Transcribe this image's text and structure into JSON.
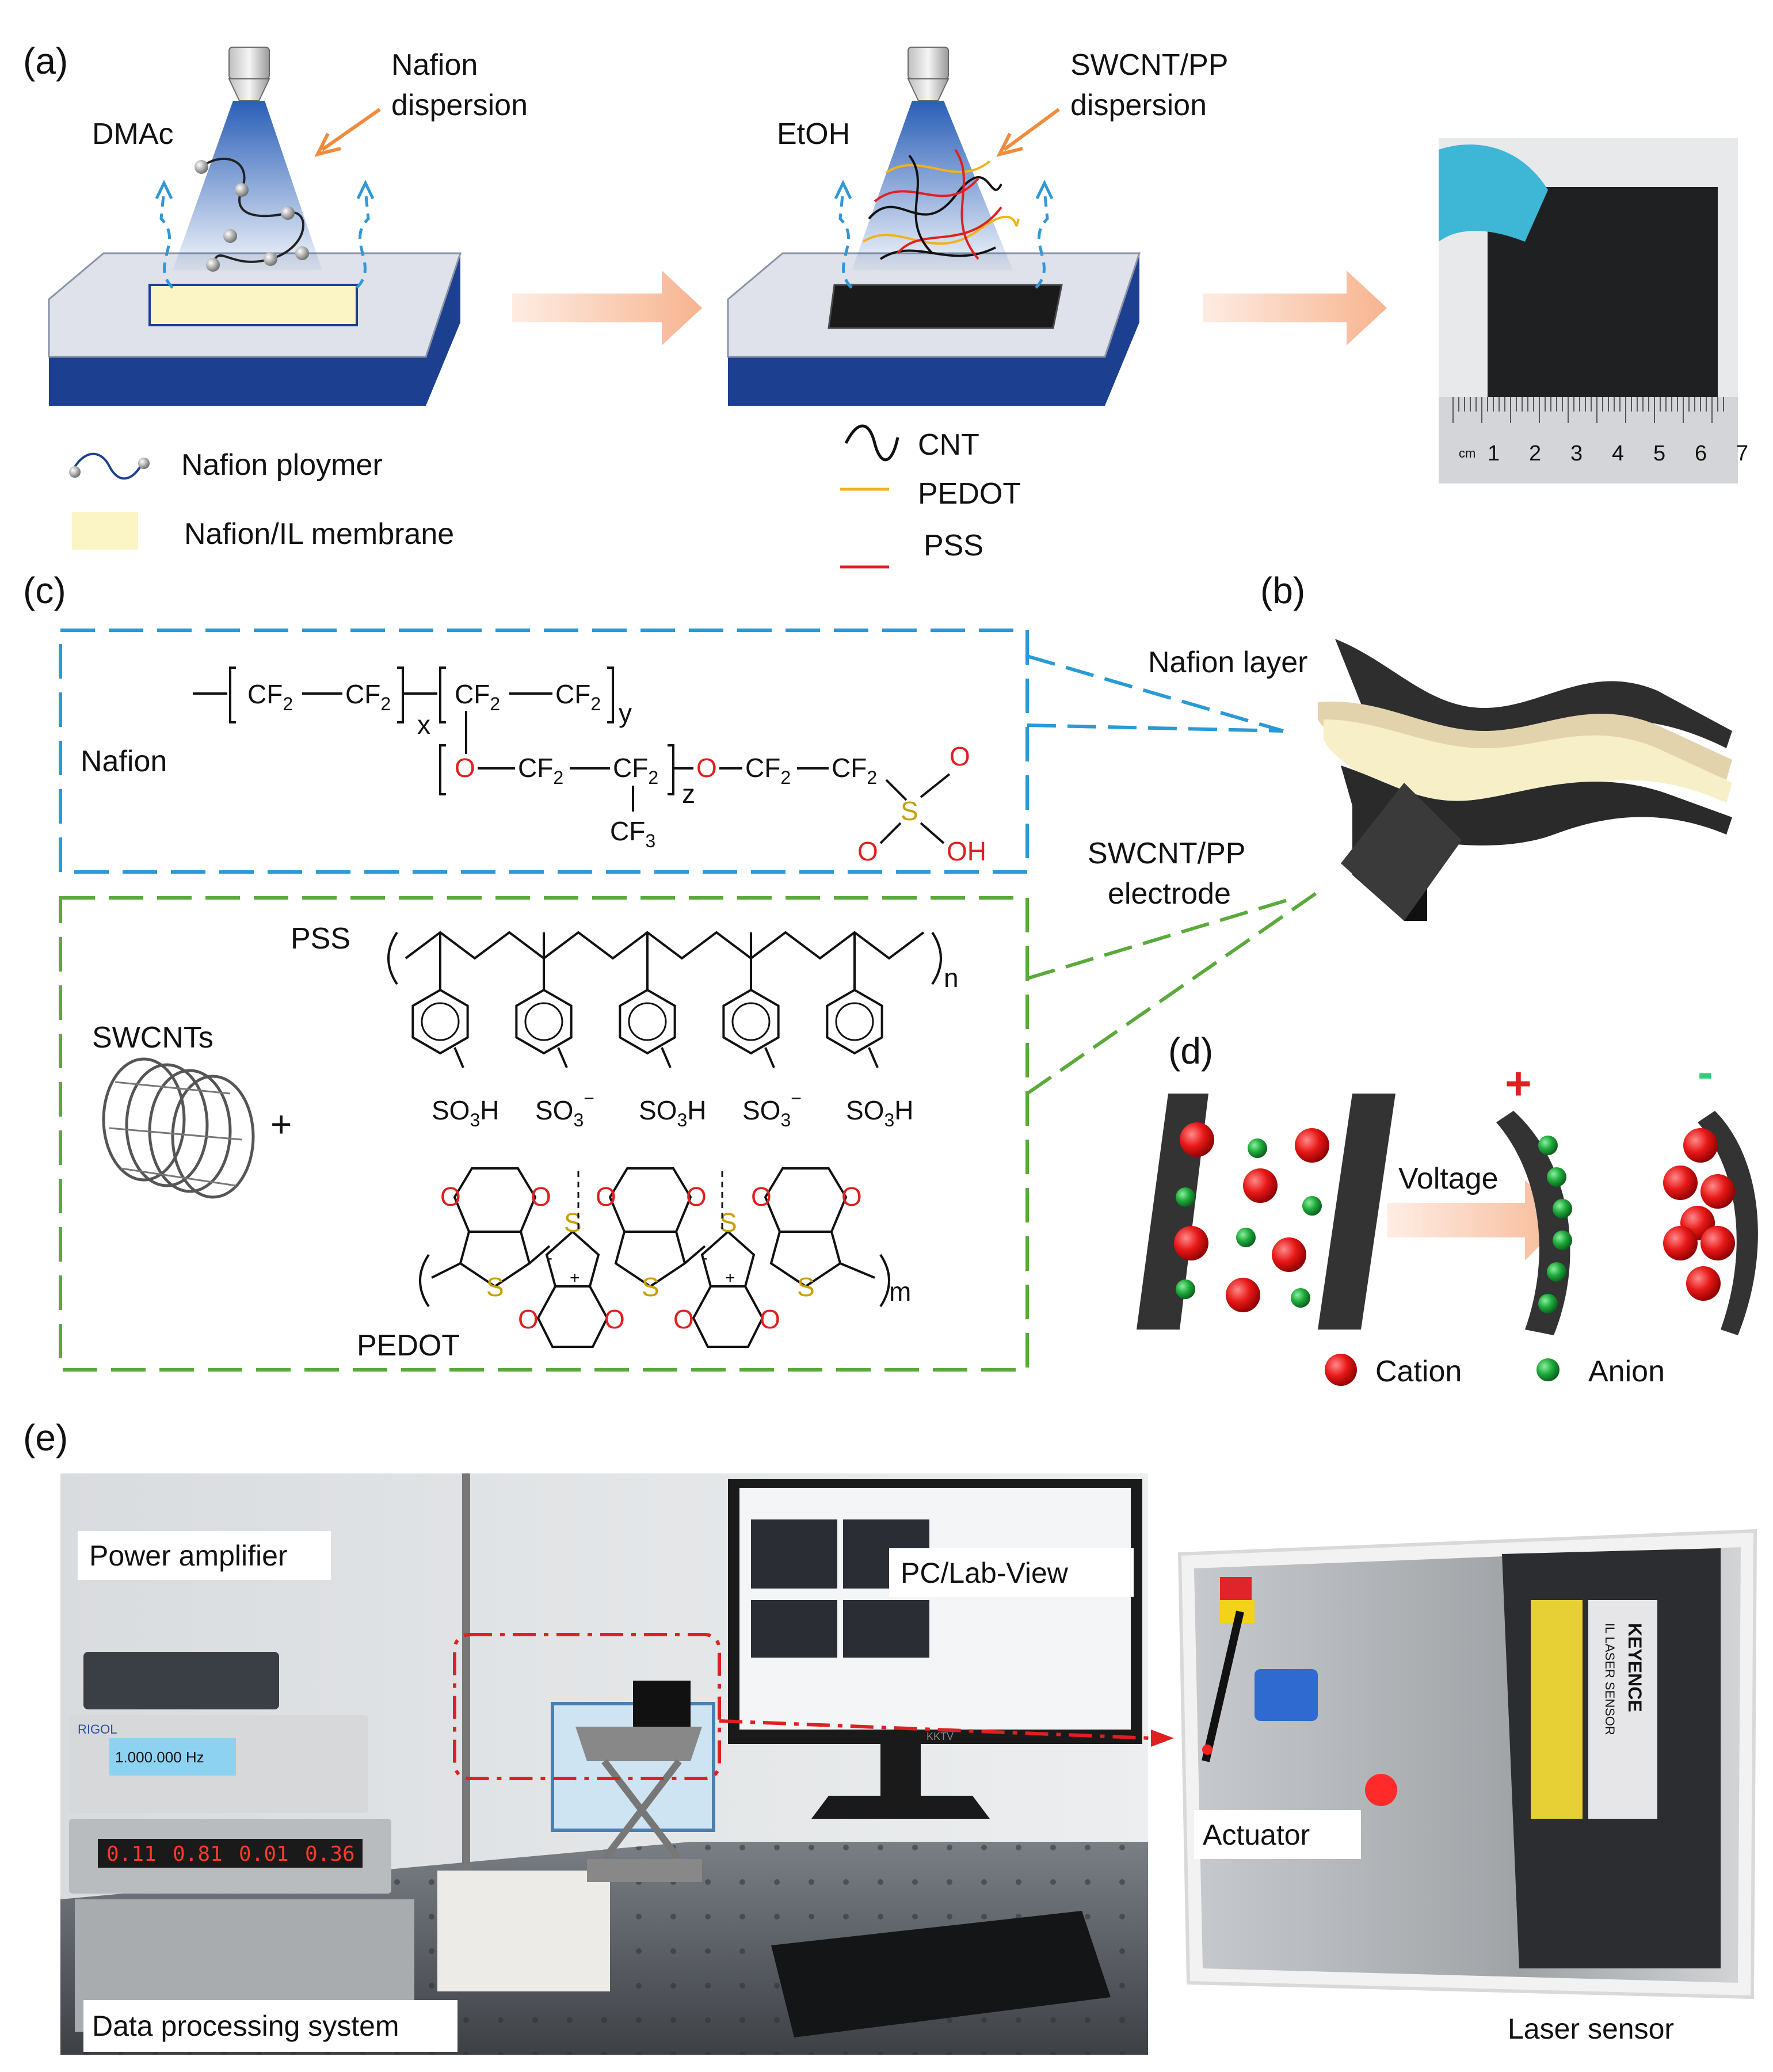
{
  "panels": {
    "a": "(a)",
    "b": "(b)",
    "c": "(c)",
    "d": "(d)",
    "e": "(e)"
  },
  "panel_a": {
    "solvent1": "DMAc",
    "solvent2": "EtOH",
    "dispersion1_line1": "Nafion",
    "dispersion1_line2": "dispersion",
    "dispersion2_line1": "SWCNT/PP",
    "dispersion2_line2": "dispersion",
    "legend_nafion_polymer": "Nafion ploymer",
    "legend_membrane": "Nafion/IL membrane",
    "legend_cnt": "CNT",
    "legend_pedot": "PEDOT",
    "legend_pss": "PSS",
    "ruler_unit": "cm",
    "ruler_ticks": [
      "1",
      "2",
      "3",
      "4",
      "5",
      "6",
      "7"
    ],
    "colors": {
      "pedot": "#f2b21b",
      "pss": "#e02020",
      "cnt": "#111111",
      "membrane": "#fbf5c5",
      "base": "#dfe2ea",
      "base_side": "#1d3f8f",
      "arrow": "#f8b08a",
      "spray": "#1e56b4"
    }
  },
  "panel_b": {
    "nafion_layer": "Nafion layer",
    "electrode_line1": "SWCNT/PP",
    "electrode_line2": "electrode"
  },
  "panel_c": {
    "nafion_label": "Nafion",
    "pss_label": "PSS",
    "swcnt_label": "SWCNTs",
    "pedot_label": "PEDOT",
    "plus": "+",
    "cf2": "CF",
    "sub2": "2",
    "cf3": "CF",
    "sub3": "3",
    "o": "O",
    "s": "S",
    "oh": "OH",
    "x": "x",
    "y": "y",
    "z": "z",
    "n": "n",
    "m": "m",
    "so3h": "SO",
    "so3_sub": "3",
    "h": "H",
    "minus": "−",
    "plus_small": "+",
    "minus_small": "-",
    "box_colors": {
      "nafion": "#2a9ad6",
      "electrode": "#5aaa3a"
    }
  },
  "panel_d": {
    "voltage": "Voltage",
    "plus_sign": "+",
    "minus_sign": "-",
    "cation": "Cation",
    "anion": "Anion",
    "colors": {
      "cation": "#e81818",
      "anion": "#1faa3a",
      "plus": "#e81818",
      "minus": "#2fcf7a"
    }
  },
  "panel_e": {
    "power_amplifier": "Power amplifier",
    "pc_labview": "PC/Lab-View",
    "data_processing": "Data processing system",
    "actuator": "Actuator",
    "laser_sensor": "Laser sensor",
    "sensor_brand": "KEYENCE",
    "sensor_model": "IL LASER SENSOR",
    "monitor_brand": "KKTV",
    "generator_brand": "RIGOL",
    "generator_display": "1.000.000 Hz",
    "psu_display": [
      "0.11",
      "0.81",
      "0.01",
      "0.36"
    ]
  }
}
